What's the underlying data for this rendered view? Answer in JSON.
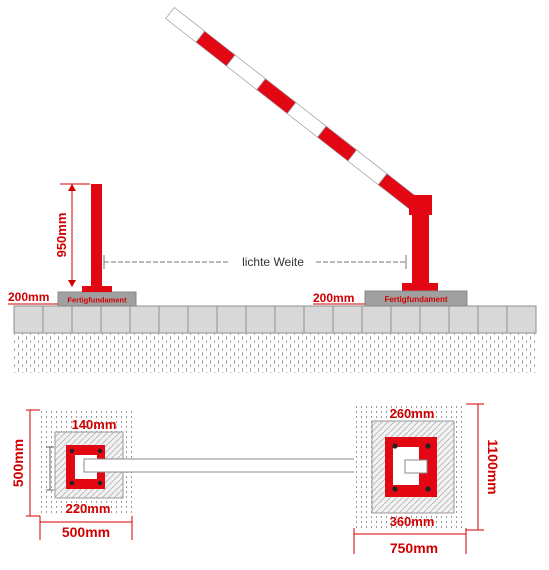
{
  "side_view": {
    "post_height_label": "950mm",
    "clear_width_label": "lichte Weite",
    "left_foundation_height_label": "200mm",
    "left_foundation_label": "Fertigfundament",
    "right_foundation_height_label": "200mm",
    "right_foundation_label": "Fertigfundament"
  },
  "plan_view": {
    "left": {
      "plate_label": "140mm",
      "base_label": "220mm",
      "height_label": "500mm",
      "width_label": "500mm"
    },
    "right": {
      "plate_label": "260mm",
      "base_label": "360mm",
      "height_label": "1100mm",
      "width_label": "750mm"
    }
  },
  "colors": {
    "red": "#e30613",
    "dim_red": "#d10000",
    "foundation": "#a0a0a0",
    "ground": "#d8d8d8"
  }
}
